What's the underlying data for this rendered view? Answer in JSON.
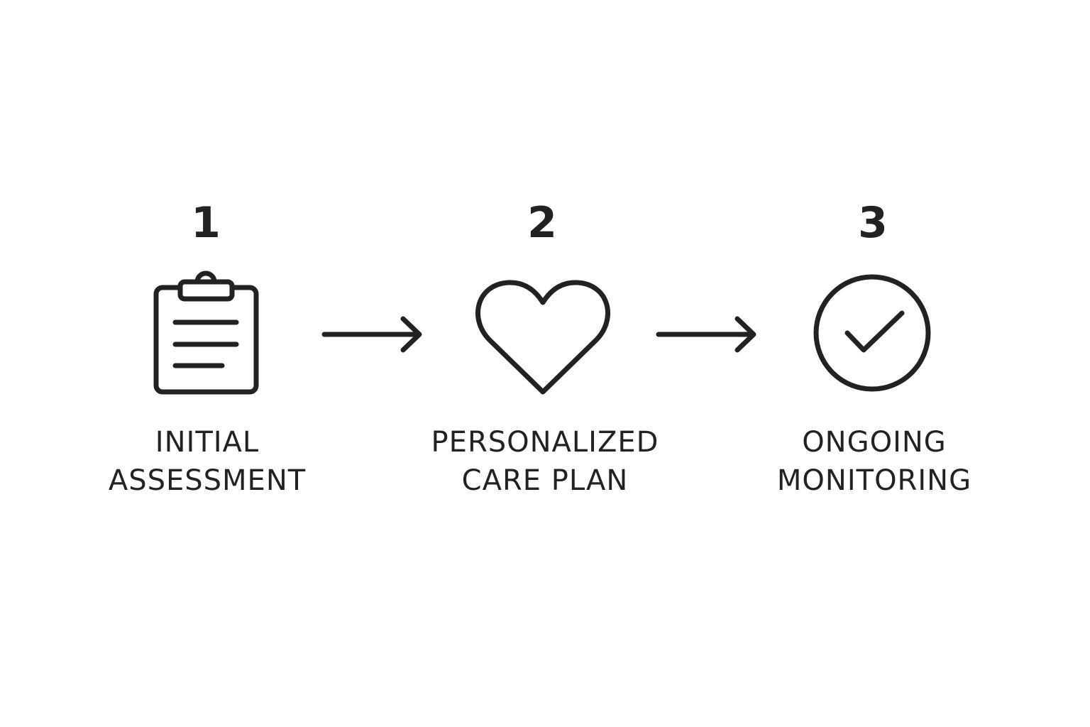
{
  "diagram": {
    "steps": [
      {
        "number": "1",
        "label_line1": "INITIAL",
        "label_line2": "ASSESSMENT",
        "icon": "clipboard-icon"
      },
      {
        "number": "2",
        "label_line1": "PERSONALIZED",
        "label_line2": "CARE PLAN",
        "icon": "heart-icon"
      },
      {
        "number": "3",
        "label_line1": "ONGOING",
        "label_line2": "MONITORING",
        "icon": "check-circle-icon"
      }
    ],
    "connectors": [
      "arrow-right-icon",
      "arrow-right-icon"
    ],
    "colors": {
      "ink": "#222222",
      "background": "#ffffff"
    }
  }
}
